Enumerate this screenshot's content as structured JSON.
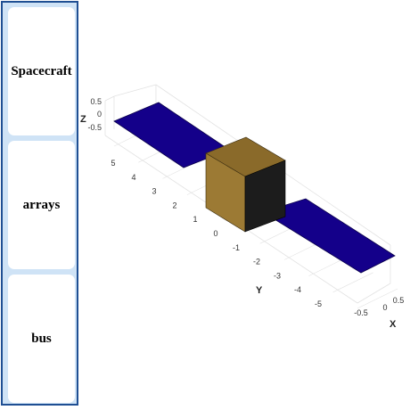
{
  "sidebar": {
    "items": [
      {
        "label": "Spacecraft"
      },
      {
        "label": "arrays"
      },
      {
        "label": "bus"
      }
    ]
  },
  "plot": {
    "axes": {
      "x_label": "X",
      "y_label": "Y",
      "z_label": "Z",
      "z_ticks": [
        "0.5",
        "0",
        "-0.5"
      ],
      "y_ticks": [
        "5",
        "4",
        "3",
        "2",
        "1",
        "0",
        "-1",
        "-2",
        "-3",
        "-4",
        "-5"
      ],
      "x_ticks": [
        "0.5",
        "0",
        "-0.5"
      ]
    },
    "colors": {
      "solar_panel": "#14008a",
      "bus_front": "#9c7a34",
      "bus_top": "#8a6a2a",
      "bus_side": "#1c1c1c",
      "grid": "#e2e2e2",
      "axis": "#b0b0b0"
    }
  }
}
